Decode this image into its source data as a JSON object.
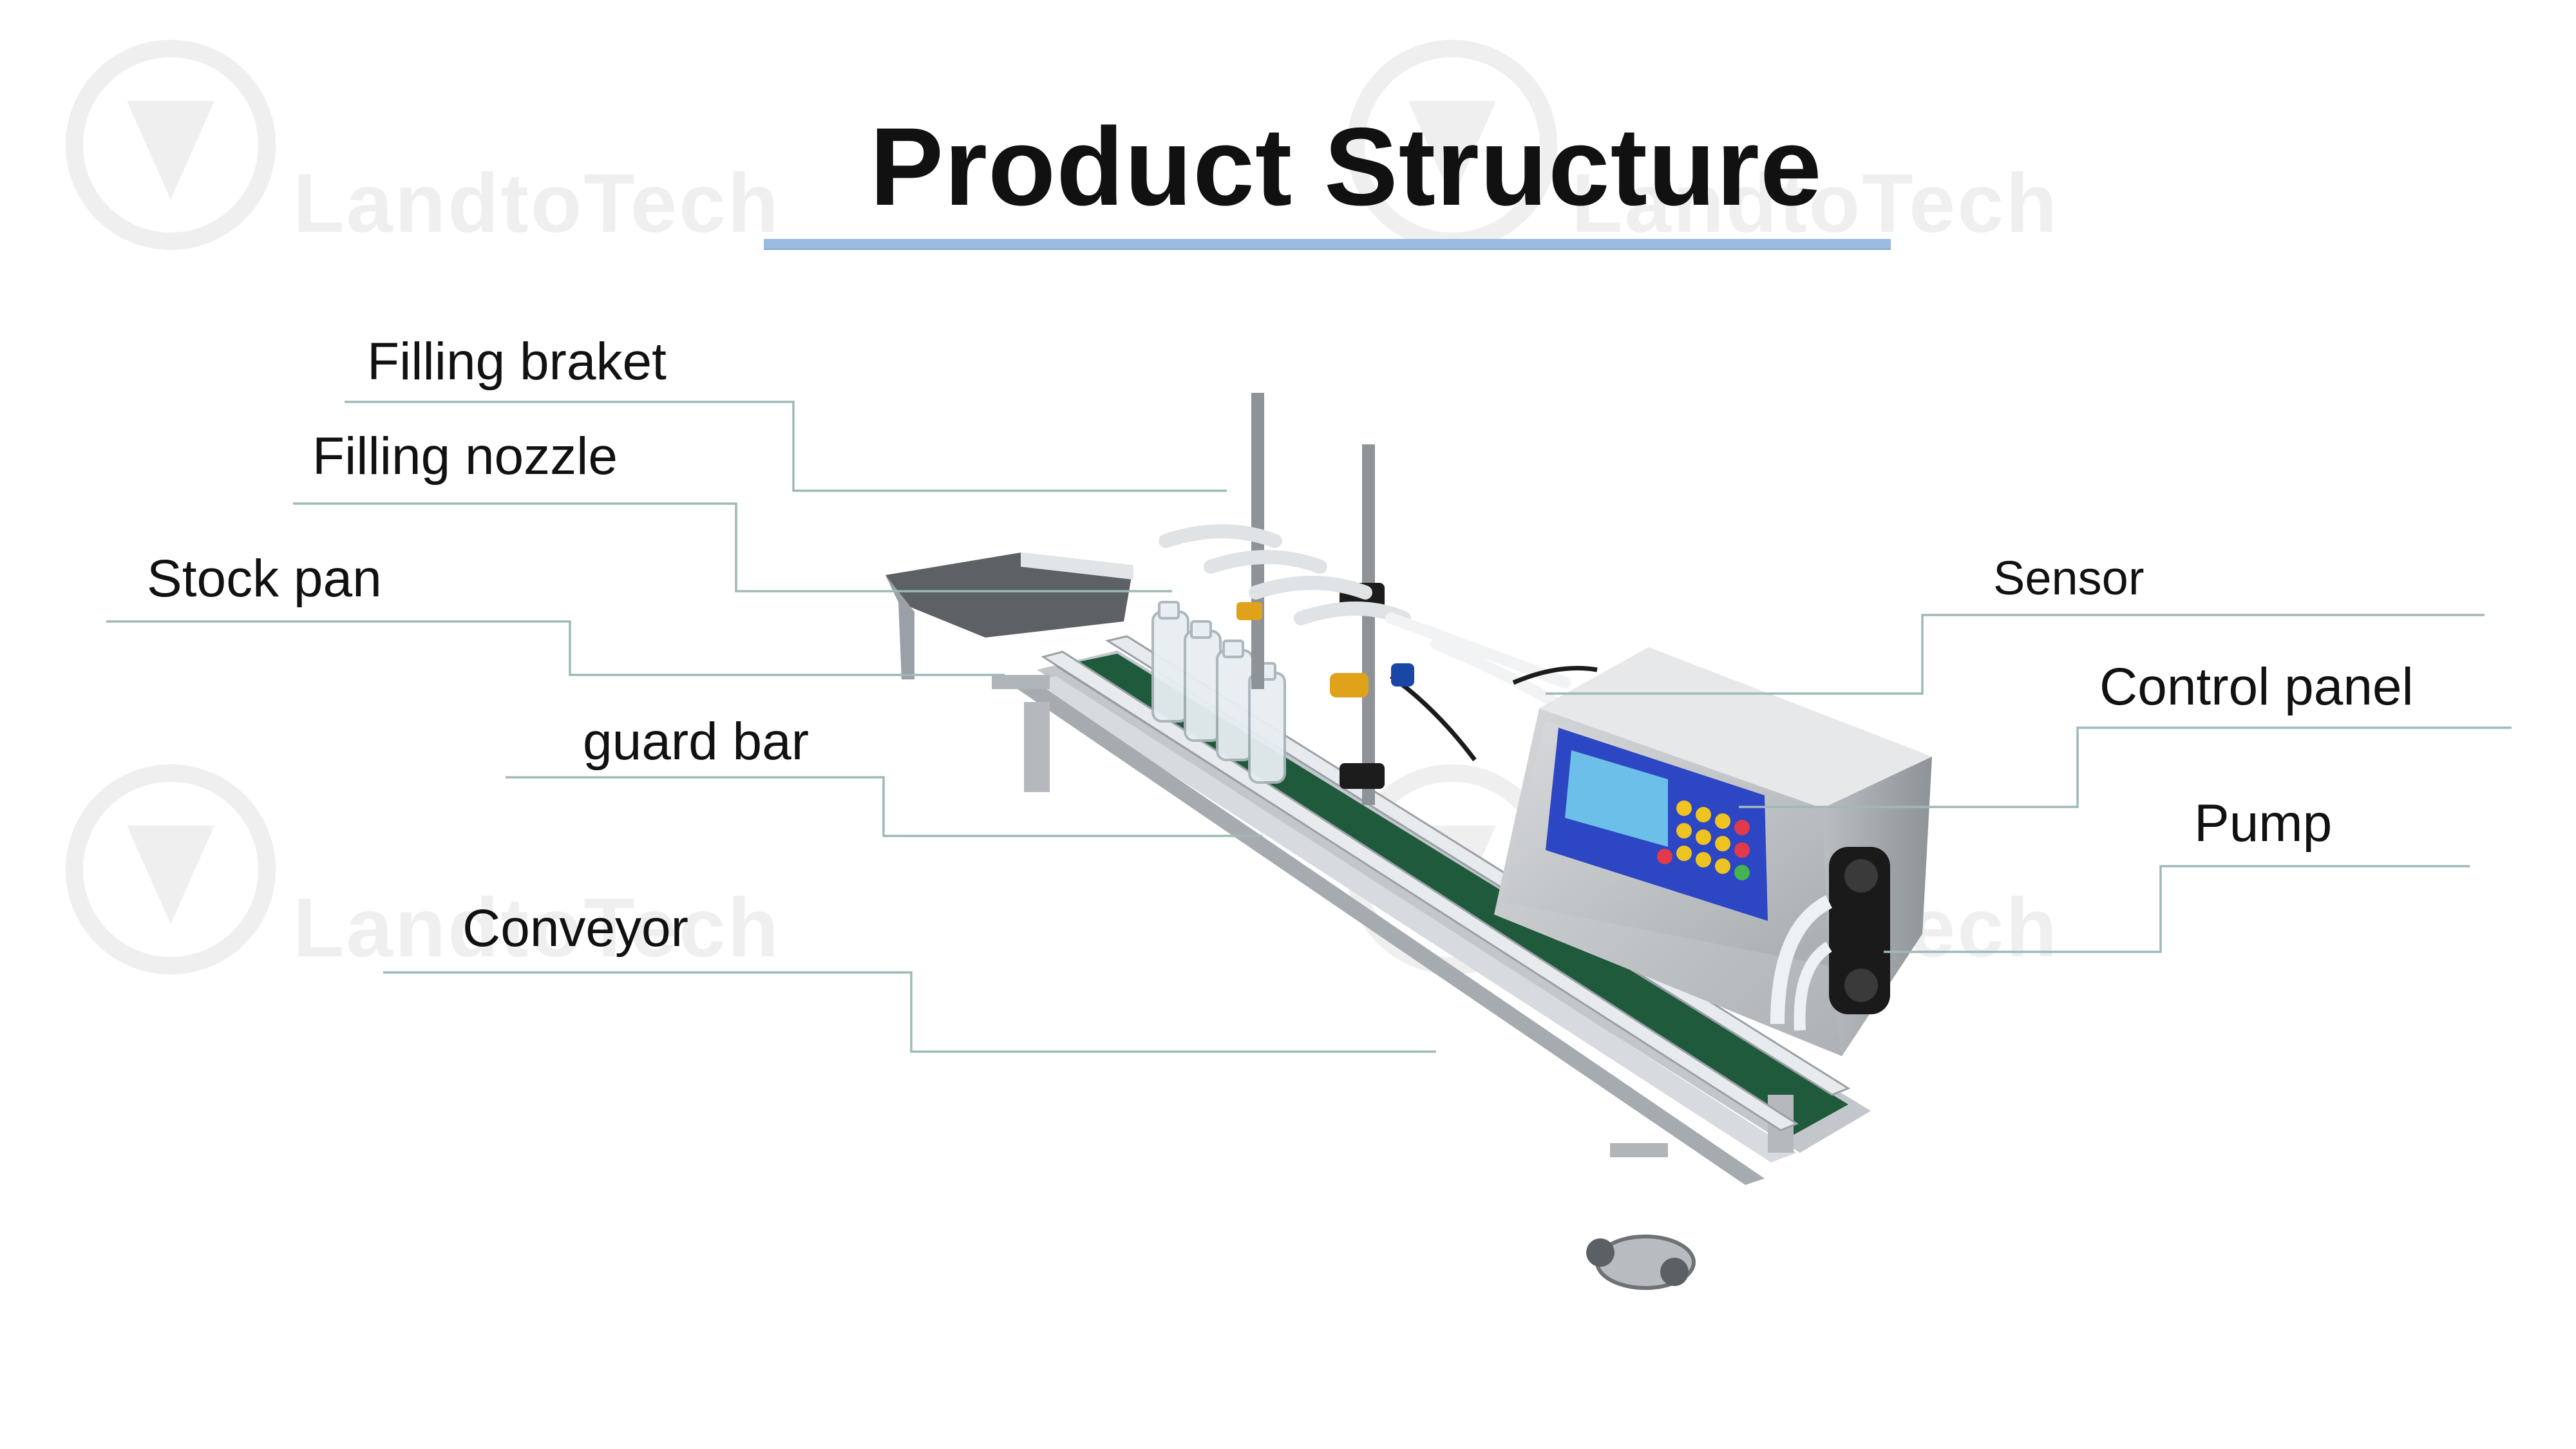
{
  "title": "Product Structure",
  "watermark": "LandtoTech",
  "labels": {
    "filling_bracket": "Filling braket",
    "filling_nozzle": "Filling nozzle",
    "stock_pan": "Stock pan",
    "guard_bar": "guard bar",
    "conveyor": "Conveyor",
    "sensor": "Sensor",
    "control_panel": "Control panel",
    "pump": "Pump"
  },
  "colors": {
    "title_underline": "#9bbbe0",
    "leader_line": "#9fb8b8",
    "belt": "#1f5a3c",
    "steel": "#c9cdd1",
    "screen": "#3d61d6"
  }
}
